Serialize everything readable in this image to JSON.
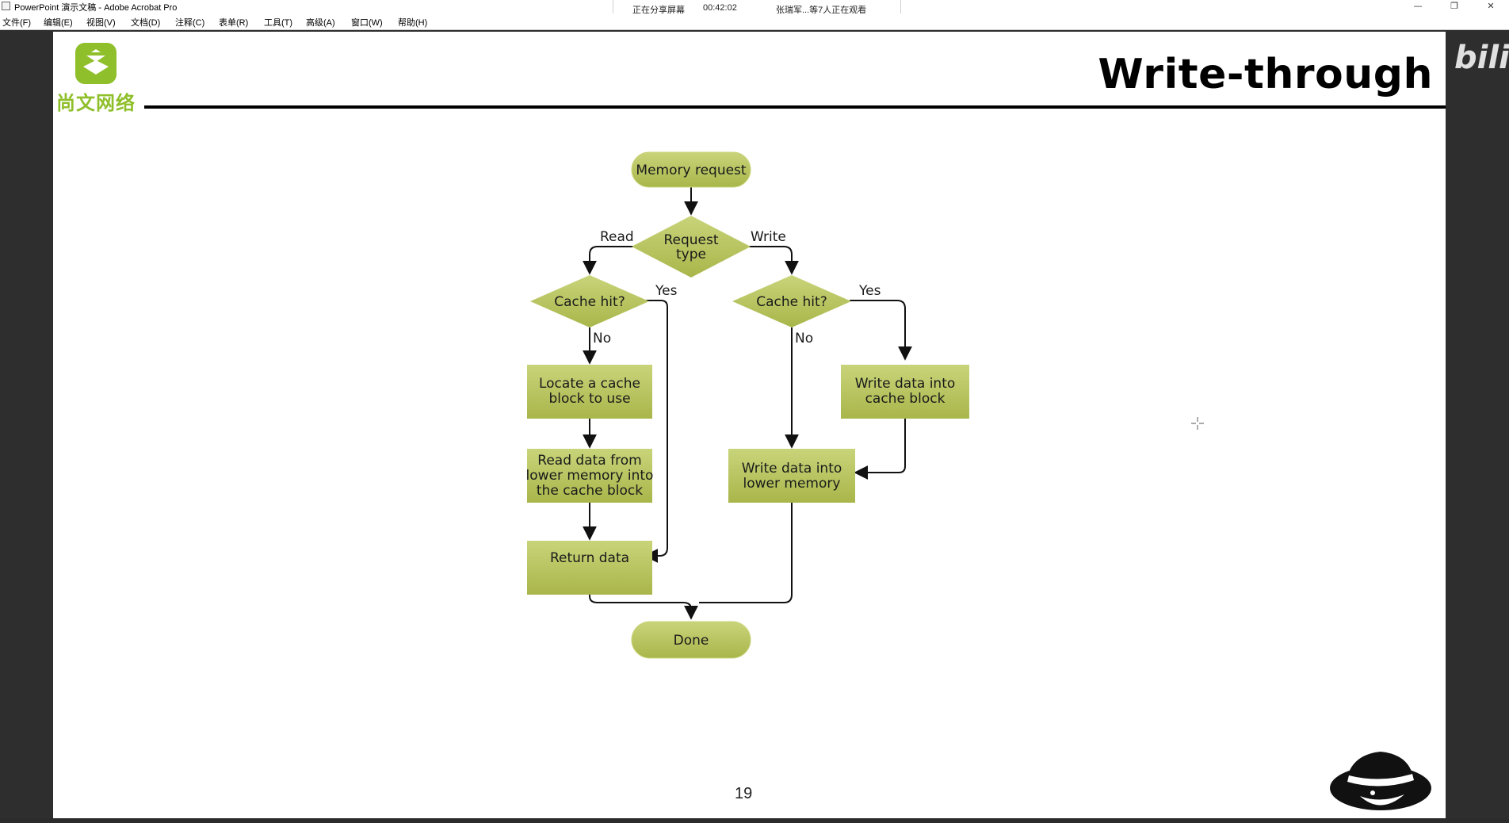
{
  "window": {
    "title": "PowerPoint 演示文稿 - Adobe Acrobat Pro",
    "minimize_glyph": "—",
    "restore_glyph": "❐",
    "close_glyph": "✕"
  },
  "share": {
    "status": "正在分享屏幕",
    "time": "00:42:02",
    "viewers": "张瑞军...等7人正在观看"
  },
  "menu": {
    "items": [
      "文件(F)",
      "编辑(E)",
      "视图(V)",
      "文档(D)",
      "注释(C)",
      "表单(R)",
      "工具(T)",
      "高级(A)",
      "窗口(W)",
      "帮助(H)"
    ]
  },
  "slide": {
    "title": "Write-through",
    "logo_text": "尚文网络",
    "page_number": "19",
    "watermark": "bili",
    "accent_color": "#b5c25a",
    "node_fill": "#aebb4f",
    "node_fill_light": "#c9d47a"
  },
  "flowchart": {
    "memory_request": "Memory request",
    "request_type": [
      "Request",
      "type"
    ],
    "read_label": "Read",
    "write_label": "Write",
    "cache_hit_left": "Cache hit?",
    "cache_hit_right": "Cache hit?",
    "yes_left": "Yes",
    "no_left": "No",
    "yes_right": "Yes",
    "no_right": "No",
    "locate_block": [
      "Locate a cache",
      "block to use"
    ],
    "read_data": [
      "Read data from",
      "lower memory into",
      "the cache block"
    ],
    "return_data": "Return data",
    "write_cache": [
      "Write data into",
      "cache block"
    ],
    "write_lower": [
      "Write data into",
      "lower memory"
    ],
    "done": "Done"
  }
}
